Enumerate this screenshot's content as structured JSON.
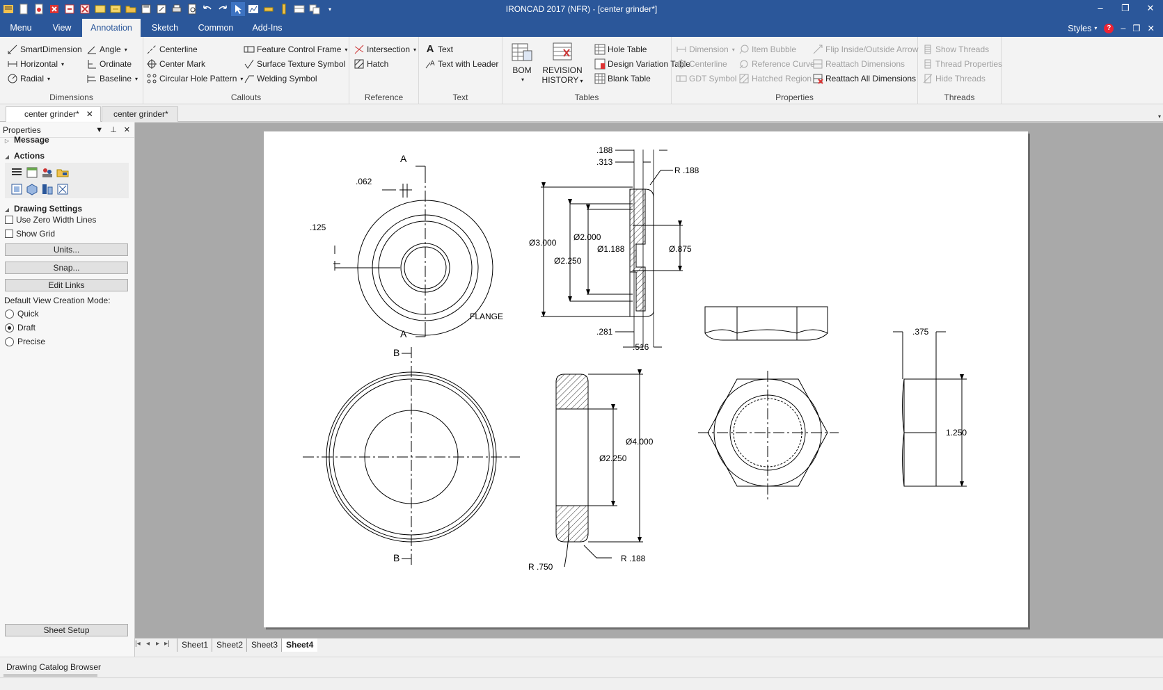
{
  "window": {
    "title": "IRONCAD 2017 (NFR) - [center grinder*]",
    "controls": [
      "–",
      "❐",
      "✕"
    ]
  },
  "tabs": {
    "items": [
      "Menu",
      "View",
      "Annotation",
      "Sketch",
      "Common",
      "Add-Ins"
    ],
    "active": "Annotation",
    "styles_label": "Styles",
    "right_controls": [
      "–",
      "❐",
      "✕"
    ]
  },
  "ribbon": {
    "dimensions": {
      "label": "Dimensions",
      "smart": "SmartDimension",
      "angle": "Angle",
      "horizontal": "Horizontal",
      "ordinate": "Ordinate",
      "radial": "Radial",
      "baseline": "Baseline"
    },
    "callouts": {
      "label": "Callouts",
      "centerline": "Centerline",
      "feature_control_frame": "Feature Control Frame",
      "center_mark": "Center Mark",
      "surface_texture": "Surface Texture Symbol",
      "circular_hole_pattern": "Circular Hole Pattern",
      "welding_symbol": "Welding Symbol"
    },
    "reference": {
      "label": "Reference",
      "intersection": "Intersection",
      "hatch": "Hatch"
    },
    "text": {
      "label": "Text",
      "text": "Text",
      "text_with_leader": "Text with Leader"
    },
    "tables": {
      "label": "Tables",
      "bom": "BOM",
      "revision_1": "REVISION",
      "revision_2": "HISTORY",
      "hole_table": "Hole Table",
      "design_variation": "Design Variation Table",
      "blank_table": "Blank Table"
    },
    "properties": {
      "label": "Properties",
      "dimension": "Dimension",
      "item_bubble": "Item Bubble",
      "flip": "Flip Inside/Outside Arrow",
      "centerline": "Centerline",
      "reference_curve": "Reference Curve",
      "reattach": "Reattach Dimensions",
      "gdt_symbol": "GDT Symbol",
      "hatched_region": "Hatched Region",
      "reattach_all": "Reattach All Dimensions"
    },
    "threads": {
      "label": "Threads",
      "show": "Show Threads",
      "properties": "Thread Properties",
      "hide": "Hide Threads"
    }
  },
  "doc_tabs": [
    {
      "label": "center grinder*",
      "close": "✕"
    },
    {
      "label": "center grinder*"
    }
  ],
  "panel": {
    "title": "Properties",
    "message": "Message",
    "actions": "Actions",
    "drawing_settings": "Drawing Settings",
    "use_zero_width": "Use Zero Width Lines",
    "show_grid": "Show Grid",
    "units_btn": "Units...",
    "snap_btn": "Snap...",
    "edit_links_btn": "Edit Links",
    "default_mode_label": "Default View Creation Mode:",
    "modes": [
      "Quick",
      "Draft",
      "Precise"
    ],
    "selected_mode": "Draft",
    "sheet_setup_btn": "Sheet Setup"
  },
  "drawing": {
    "labels": {
      "flange": "FLANGE",
      "sec_a_top": "A",
      "sec_a_bottom": "A",
      "sec_b_top": "B",
      "sec_b_bottom": "B"
    },
    "dims": {
      "d062": ".062",
      "d125": ".125",
      "d188": ".188",
      "d313": ".313",
      "r188a": "R .188",
      "d3000": "Ø3.000",
      "d2250a": "Ø2.250",
      "d2000": "Ø2.000",
      "d1188": "Ø1.188",
      "d875": "Ø.875",
      "d281": ".281",
      "d516": ".516",
      "d4000": "Ø4.000",
      "d2250b": "Ø2.250",
      "r750": "R .750",
      "r188b": "R .188",
      "d375": ".375",
      "d1250": "1.250"
    }
  },
  "sheet_tabs": {
    "items": [
      "Sheet1",
      "Sheet2",
      "Sheet3",
      "Sheet4"
    ],
    "active": "Sheet4"
  },
  "catalog": {
    "label": "Drawing Catalog Browser"
  }
}
